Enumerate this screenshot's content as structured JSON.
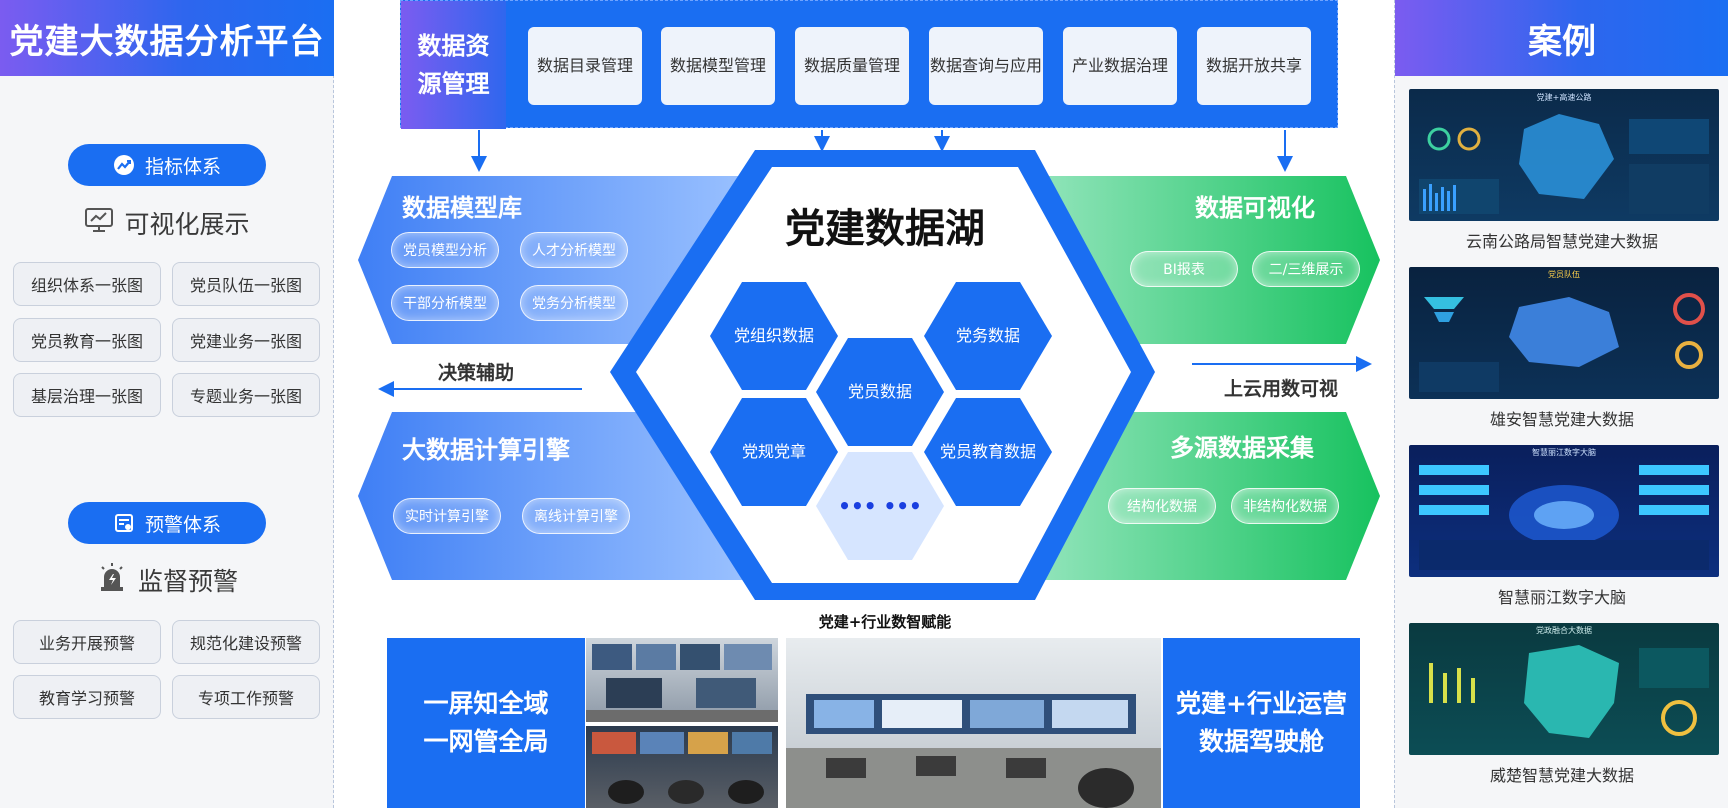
{
  "left_panel": {
    "title": "党建大数据分析平台",
    "indicator_pill": "指标体系",
    "visual_heading": "可视化展示",
    "visual_tiles": [
      "组织体系一张图",
      "党员队伍一张图",
      "党员教育一张图",
      "党建业务一张图",
      "基层治理一张图",
      "专题业务一张图"
    ],
    "warning_pill": "预警体系",
    "warning_heading": "监督预警",
    "warning_tiles": [
      "业务开展预警",
      "规范化建设预警",
      "教育学习预警",
      "专项工作预警"
    ]
  },
  "top_bar": {
    "label": "数据资源管理",
    "items": [
      "数据目录管理",
      "数据模型管理",
      "数据质量管理",
      "数据查询与应用",
      "产业数据治理",
      "数据开放共享"
    ]
  },
  "model_lib": {
    "title": "数据模型库",
    "chips": [
      "党员模型分析",
      "人才分析模型",
      "干部分析模型",
      "党务分析模型"
    ]
  },
  "compute_engine": {
    "title": "大数据计算引擎",
    "chips": [
      "实时计算引擎",
      "离线计算引擎"
    ]
  },
  "visualization": {
    "title": "数据可视化",
    "chips": [
      "BI报表",
      "二/三维展示"
    ]
  },
  "collection": {
    "title": "多源数据采集",
    "chips": [
      "结构化数据",
      "非结构化数据"
    ]
  },
  "data_lake": {
    "title": "党建数据湖",
    "hexes": [
      "党组织数据",
      "党务数据",
      "党员数据",
      "党规党章",
      "党员教育数据",
      "••• •••"
    ]
  },
  "decision_support": "决策辅助",
  "cloud_visual": "上云用数可视",
  "empower_caption": "党建+行业数智赋能",
  "bottom": {
    "left_text_1": "一屏知全域",
    "left_text_2": "一网管全局",
    "right_text_1": "党建+行业运营",
    "right_text_2": "数据驾驶舱"
  },
  "cases": {
    "title": "案例",
    "items": [
      {
        "caption": "云南公路局智慧党建大数据",
        "screen_title": "党建+高速公路"
      },
      {
        "caption": "雄安智慧党建大数据",
        "screen_title": "党员队伍"
      },
      {
        "caption": "智慧丽江数字大脑",
        "screen_title": "智慧丽江数字大脑"
      },
      {
        "caption": "威楚智慧党建大数据",
        "screen_title": "党政融合大数据"
      }
    ]
  },
  "colors": {
    "primary_blue": "#1a6ef2",
    "purple": "#7b5cf0",
    "green": "#22c46b",
    "light_tile": "#eef3fb"
  }
}
